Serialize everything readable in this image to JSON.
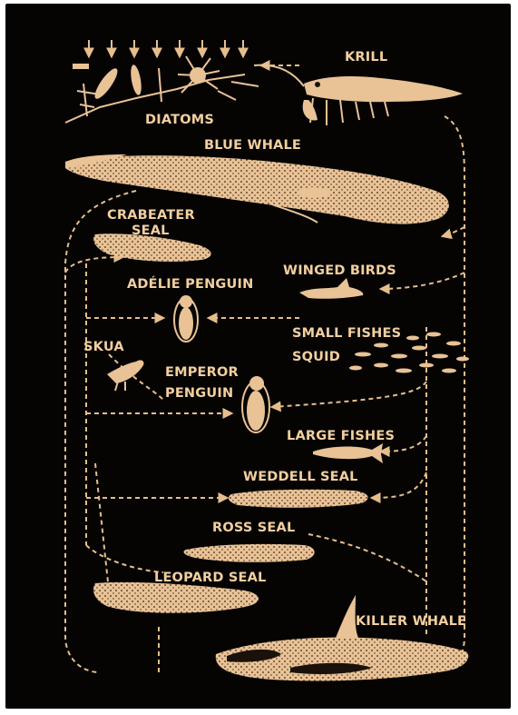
{
  "colors": {
    "background": "#050403",
    "ink": "#e9c296",
    "label": "#f2cfa0"
  },
  "labels": {
    "krill": "KRILL",
    "diatoms": "DIATOMS",
    "blue_whale": "BLUE WHALE",
    "crabeater_line1": "CRABEATER",
    "crabeater_line2": "SEAL",
    "adelie_penguin": "ADÉLIE PENGUIN",
    "winged_birds": "WINGED BIRDS",
    "small_fishes_line1": "SMALL FISHES",
    "small_fishes_line2": "SQUID",
    "skua": "SKUA",
    "emperor_line1": "EMPEROR",
    "emperor_line2": "PENGUIN",
    "large_fishes": "LARGE FISHES",
    "weddell_seal": "WEDDELL SEAL",
    "ross_seal": "ROSS SEAL",
    "leopard_seal": "LEOPARD SEAL",
    "killer_whale": "KILLER WHALE"
  }
}
